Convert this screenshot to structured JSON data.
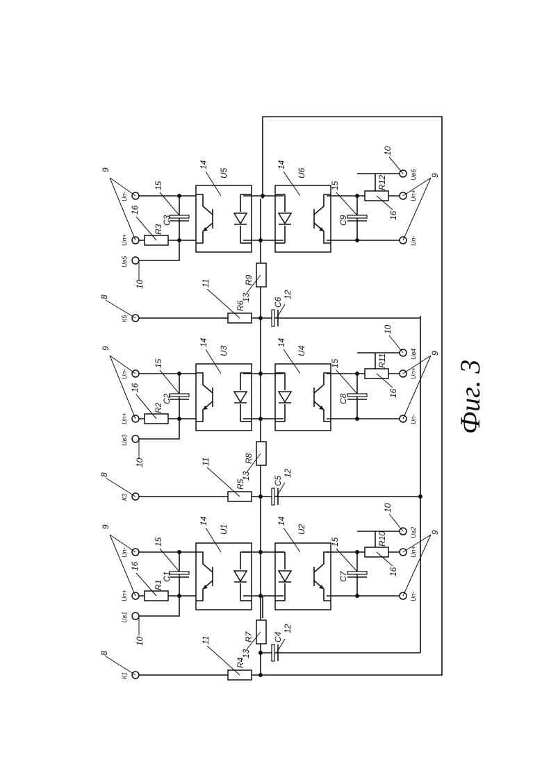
{
  "figure_caption": "Фиг. 3",
  "terminals": {
    "k1": "К1",
    "k3": "К3",
    "k5": "К5",
    "ub1": "Uв1",
    "ub2": "Uв2",
    "ub3": "Uв3",
    "ub4": "Uв4",
    "ub5": "Uв5",
    "ub6": "Uв6",
    "up": "Uп+",
    "um": "Uп-"
  },
  "components": {
    "r1": "R1",
    "r2": "R2",
    "r3": "R3",
    "r4": "R4",
    "r5": "R5",
    "r6": "R6",
    "r7": "R7",
    "r8": "R8",
    "r9": "R9",
    "r10": "R10",
    "r11": "R11",
    "r12": "R12",
    "c1": "C1",
    "c2": "C2",
    "c3": "C3",
    "c4": "C4",
    "c5": "C5",
    "c6": "C6",
    "c7": "C7",
    "c8": "C8",
    "c9": "C9",
    "u1": "U1",
    "u2": "U2",
    "u3": "U3",
    "u4": "U4",
    "u5": "U5",
    "u6": "U6"
  },
  "callouts": {
    "n8": "8",
    "n9": "9",
    "n10": "10",
    "n11": "11",
    "n12": "12",
    "n13": "13",
    "n14": "14",
    "n15": "15",
    "n16": "16"
  }
}
